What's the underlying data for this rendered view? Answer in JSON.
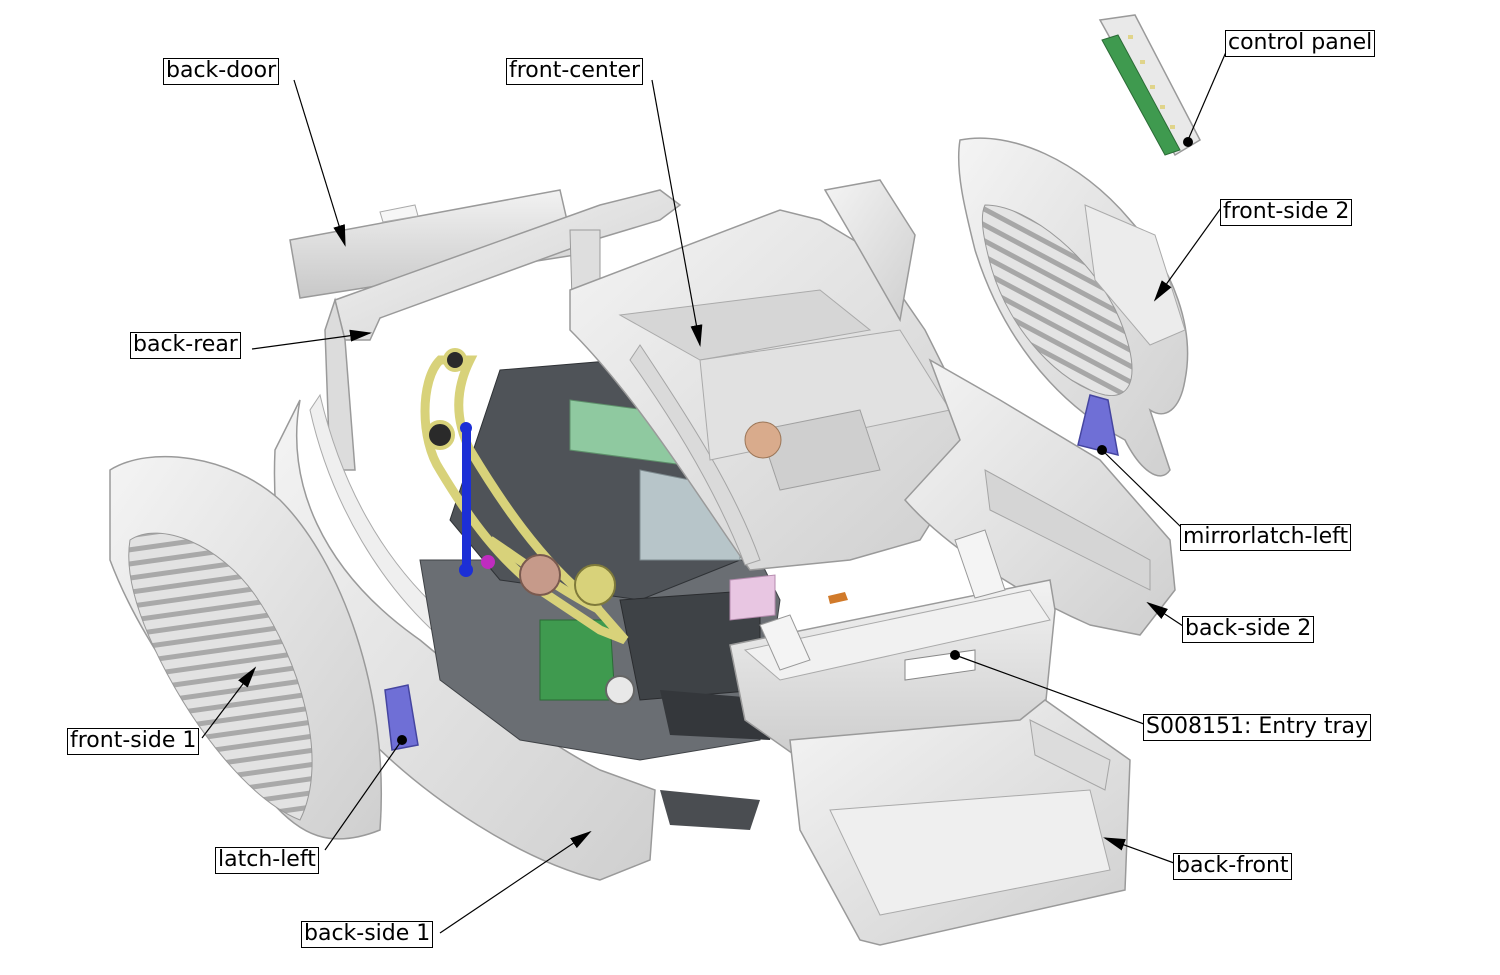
{
  "labels": {
    "back_door": "back-door",
    "front_center": "front-center",
    "control_panel": "control panel",
    "front_side_2": "front-side 2",
    "back_rear": "back-rear",
    "mirrorlatch_left": "mirrorlatch-left",
    "back_side_2": "back-side 2",
    "entry_tray": "S008151: Entry tray",
    "front_side_1": "front-side 1",
    "latch_left": "latch-left",
    "back_front": "back-front",
    "back_side_1": "back-side 1"
  },
  "colors": {
    "plastic": "#e6e6e6",
    "plastic_shade": "#c9c9c9",
    "chassis": "#5a5e63",
    "belt": "#d8d27a",
    "latch": "#6f6fd6",
    "rod": "#1c2fd6",
    "pcb": "#3f9a4f"
  }
}
